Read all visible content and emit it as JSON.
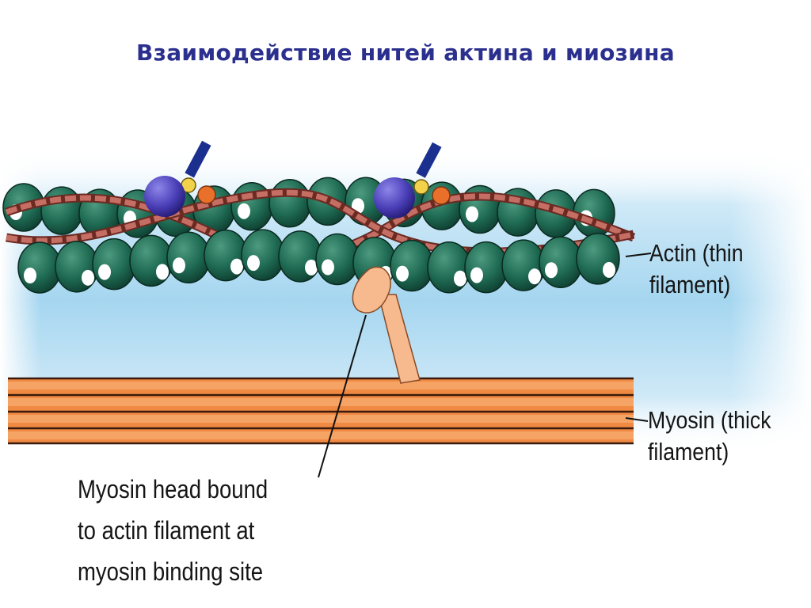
{
  "title": "Взаимодействие нитей актина и миозина",
  "labels": {
    "actin": "Actin (thin\nfilament)",
    "myosin": "Myosin (thick\nfilament)",
    "myosin_head": "Myosin head bound\nto actin filament at\nmyosin binding site"
  },
  "colors": {
    "title": "#2b2f8e",
    "background_blue": "#9fd3ee",
    "actin_bead": "#1f6b53",
    "tropomyosin_strand": "#b8645a",
    "troponin_purple": "#4b3fb8",
    "troponin_yellow": "#f2d24a",
    "troponin_orange": "#e9702b",
    "troponin_rod": "#1b2f8f",
    "myosin_filament": "#f08a43",
    "myosin_head": "#f7b98e"
  }
}
